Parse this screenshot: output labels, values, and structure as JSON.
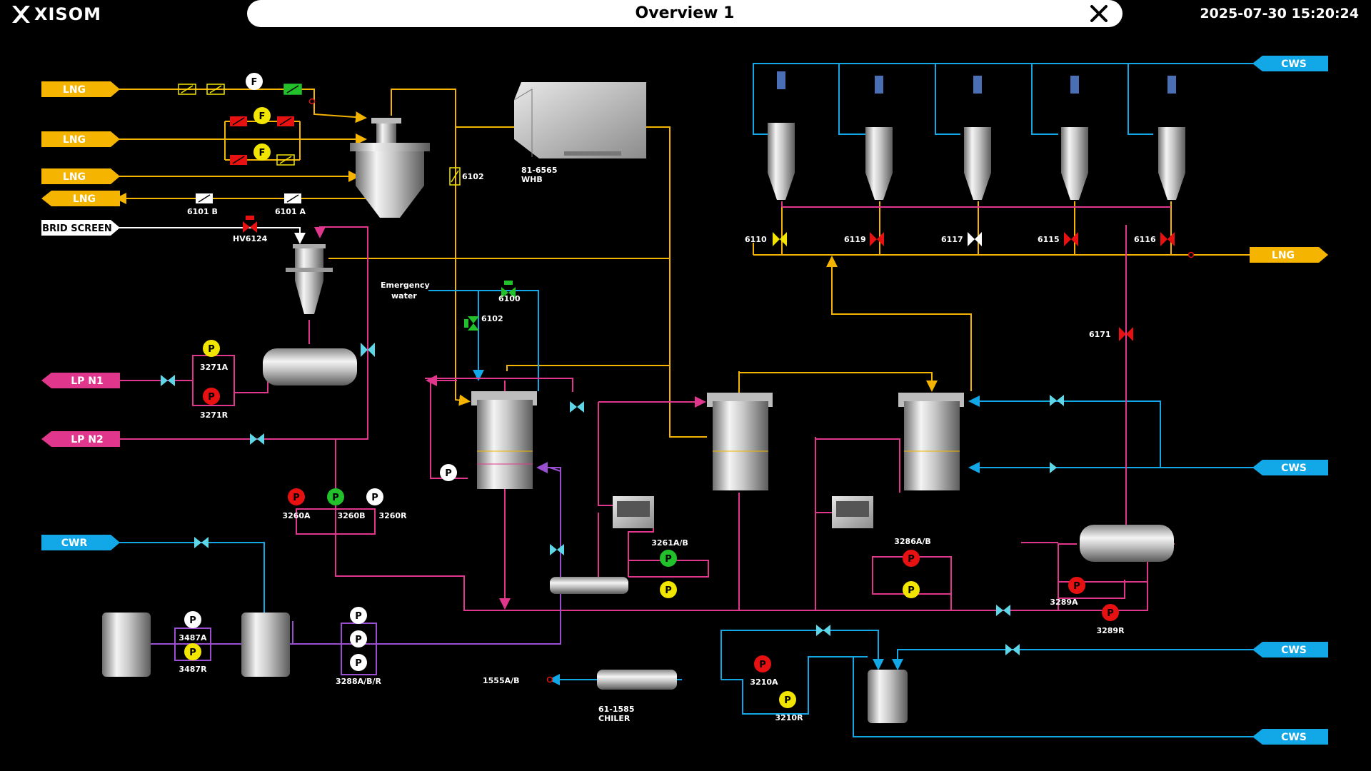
{
  "header": {
    "logo_text": "XISOM",
    "title": "Overview 1",
    "datetime": "2025-07-30 15:20:24"
  },
  "colors": {
    "lng": "#f5b400",
    "cws": "#12a8e8",
    "lpn": "#e0368c",
    "white": "#ffffff",
    "valve_red": "#e81111",
    "valve_yellow": "#f2e600",
    "valve_green": "#22c02a",
    "valve_cyan": "#5fd6e8",
    "purple": "#9a4fd0"
  },
  "streams": {
    "lng_in_1": "LNG",
    "lng_in_2": "LNG",
    "lng_in_3": "LNG",
    "lng_out_1": "LNG",
    "brid_screen": "BRID SCREEN",
    "lpn1": "LP N1",
    "lpn2": "LP N2",
    "cwr": "CWR",
    "cws_1": "CWS",
    "lng_out_right": "LNG",
    "cws_2": "CWS",
    "cws_3": "CWS",
    "cws_4": "CWS"
  },
  "labels": {
    "v6101b": "6101 B",
    "v6101a": "6101 A",
    "hv6124": "HV6124",
    "whb1": "81-6565",
    "whb2": "WHB",
    "v6102_top": "6102",
    "emergency1": "Emergency",
    "emergency2": "water",
    "v6100": "6100",
    "v6102_mid": "6102",
    "p3271a": "3271A",
    "p3271r": "3271R",
    "p3260a": "3260A",
    "p3260b": "3260B",
    "p3260r": "3260R",
    "p3261ab": "3261A/B",
    "p3286ab": "3286A/B",
    "p3289a": "3289A",
    "p3289r": "3289R",
    "p3487a": "3487A",
    "p3487r": "3487R",
    "p3288abr": "3288A/B/R",
    "l1555ab": "1555A/B",
    "chiller1": "61-1585",
    "chiller2": "CHILER",
    "p3210a": "3210A",
    "p3210r": "3210R",
    "v6110": "6110",
    "v6119": "6119",
    "v6117": "6117",
    "v6115": "6115",
    "v6116": "6116",
    "v6171": "6171",
    "flow_f": "F",
    "pump_p": "P"
  }
}
